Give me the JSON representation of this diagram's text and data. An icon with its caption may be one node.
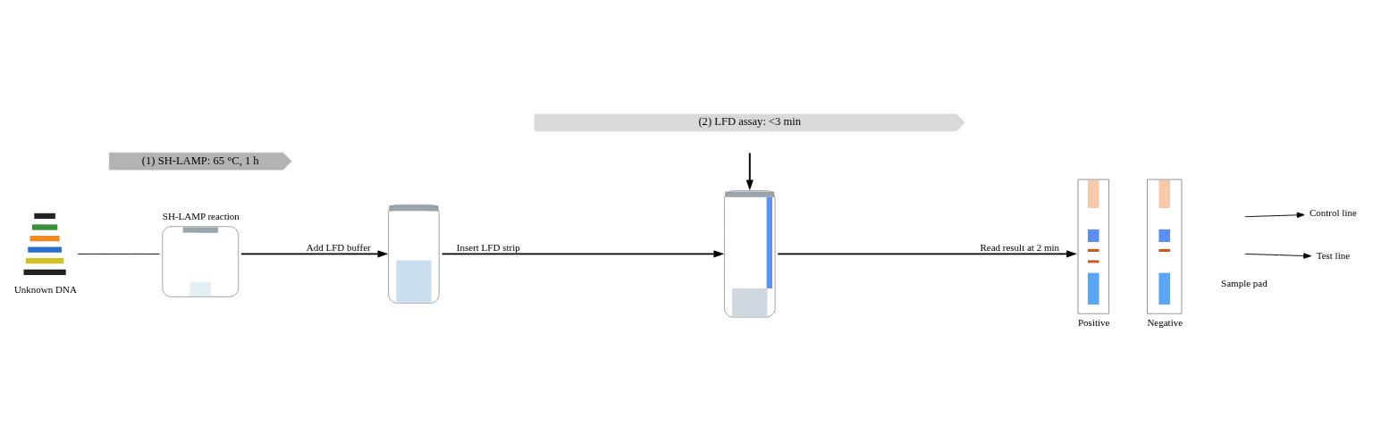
{
  "diagram": {
    "nodes": [
      {
        "text": [
          "(1) SH-LAMP: 65 °C, 1 h"
        ]
      },
      {
        "text": [
          "(2) LFD assay: <3 min"
        ]
      },
      {
        "text": [],
        "shape": "picture",
        "beside": [
          "Unknown DNA"
        ]
      },
      {
        "text": [],
        "shape": "picture",
        "beside": [
          "SH-LAMP reaction"
        ]
      },
      {
        "text": [],
        "shape": "picture"
      },
      {
        "text": [],
        "shape": "picture"
      },
      {
        "text": [],
        "shape": "bar",
        "beside": [
          "Positive"
        ]
      },
      {
        "text": [],
        "shape": "bar",
        "beside": [
          "Negative"
        ]
      },
      {
        "text": [
          "Control line"
        ]
      },
      {
        "text": [
          "Test line"
        ]
      }
    ],
    "edges": [
      {
        "from": 2,
        "to": 3,
        "arrow": "none"
      },
      {
        "from": 3,
        "to": 4,
        "arrow": "to",
        "label": "Add LFD buffer"
      },
      {
        "from": 4,
        "to": 5,
        "arrow": "to",
        "label": "Insert LFD strip"
      },
      {
        "from": 5,
        "to": 6,
        "arrow": "to",
        "label": "Read result at 2 min"
      },
      {
        "from": null,
        "to": 5,
        "arrow": "to"
      },
      {
        "from": null,
        "to": 8,
        "arrow": "to"
      },
      {
        "from": null,
        "to": 9,
        "arrow": "to"
      }
    ],
    "labels": [
      "Sample pad"
    ]
  }
}
